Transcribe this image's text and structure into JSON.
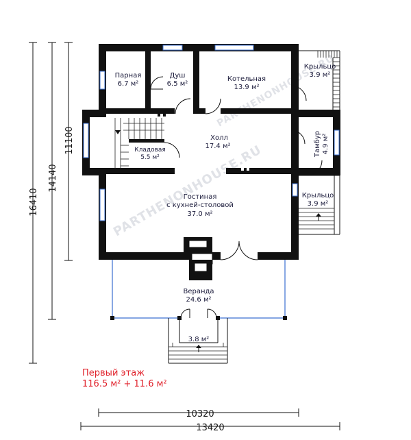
{
  "rooms": {
    "parnaya": {
      "name": "Парная",
      "area": "6.7 м²"
    },
    "dush": {
      "name": "Душ",
      "area": "6.5 м²"
    },
    "kotelnaya": {
      "name": "Котельная",
      "area": "13.9 м²"
    },
    "kryltso_top": {
      "name": "Крыльцо",
      "area": "3.9 м²"
    },
    "holl": {
      "name": "Холл",
      "area": "17.4 м²"
    },
    "kladovaya": {
      "name": "Кладовая",
      "area": "5.5 м²"
    },
    "tambur": {
      "name": "Тамбур",
      "area": "4.9 м²"
    },
    "kryltso_side": {
      "name": "Крыльцо",
      "area": "3.9 м²"
    },
    "gostinaya": {
      "line1": "Гостиная",
      "line2": "с кухней-столовой",
      "area": "37.0 м²"
    },
    "veranda": {
      "name": "Веранда",
      "area": "24.6 м²"
    },
    "entry_porch": {
      "area": "3.8 м²"
    }
  },
  "dimensions": {
    "outer_height": "16410",
    "mid_height": "14140",
    "inner_height": "11100",
    "inner_width": "10320",
    "outer_width": "13420"
  },
  "floor": {
    "title": "Первый этаж",
    "area_summary": "116.5 м²  + 11.6 м²"
  },
  "watermark": "PARTHENONHOUSE.RU",
  "colors": {
    "walls": "#111111",
    "windows": "#3a6fd0",
    "labels": "#1a1a3a",
    "floor_title": "#e0202a"
  }
}
